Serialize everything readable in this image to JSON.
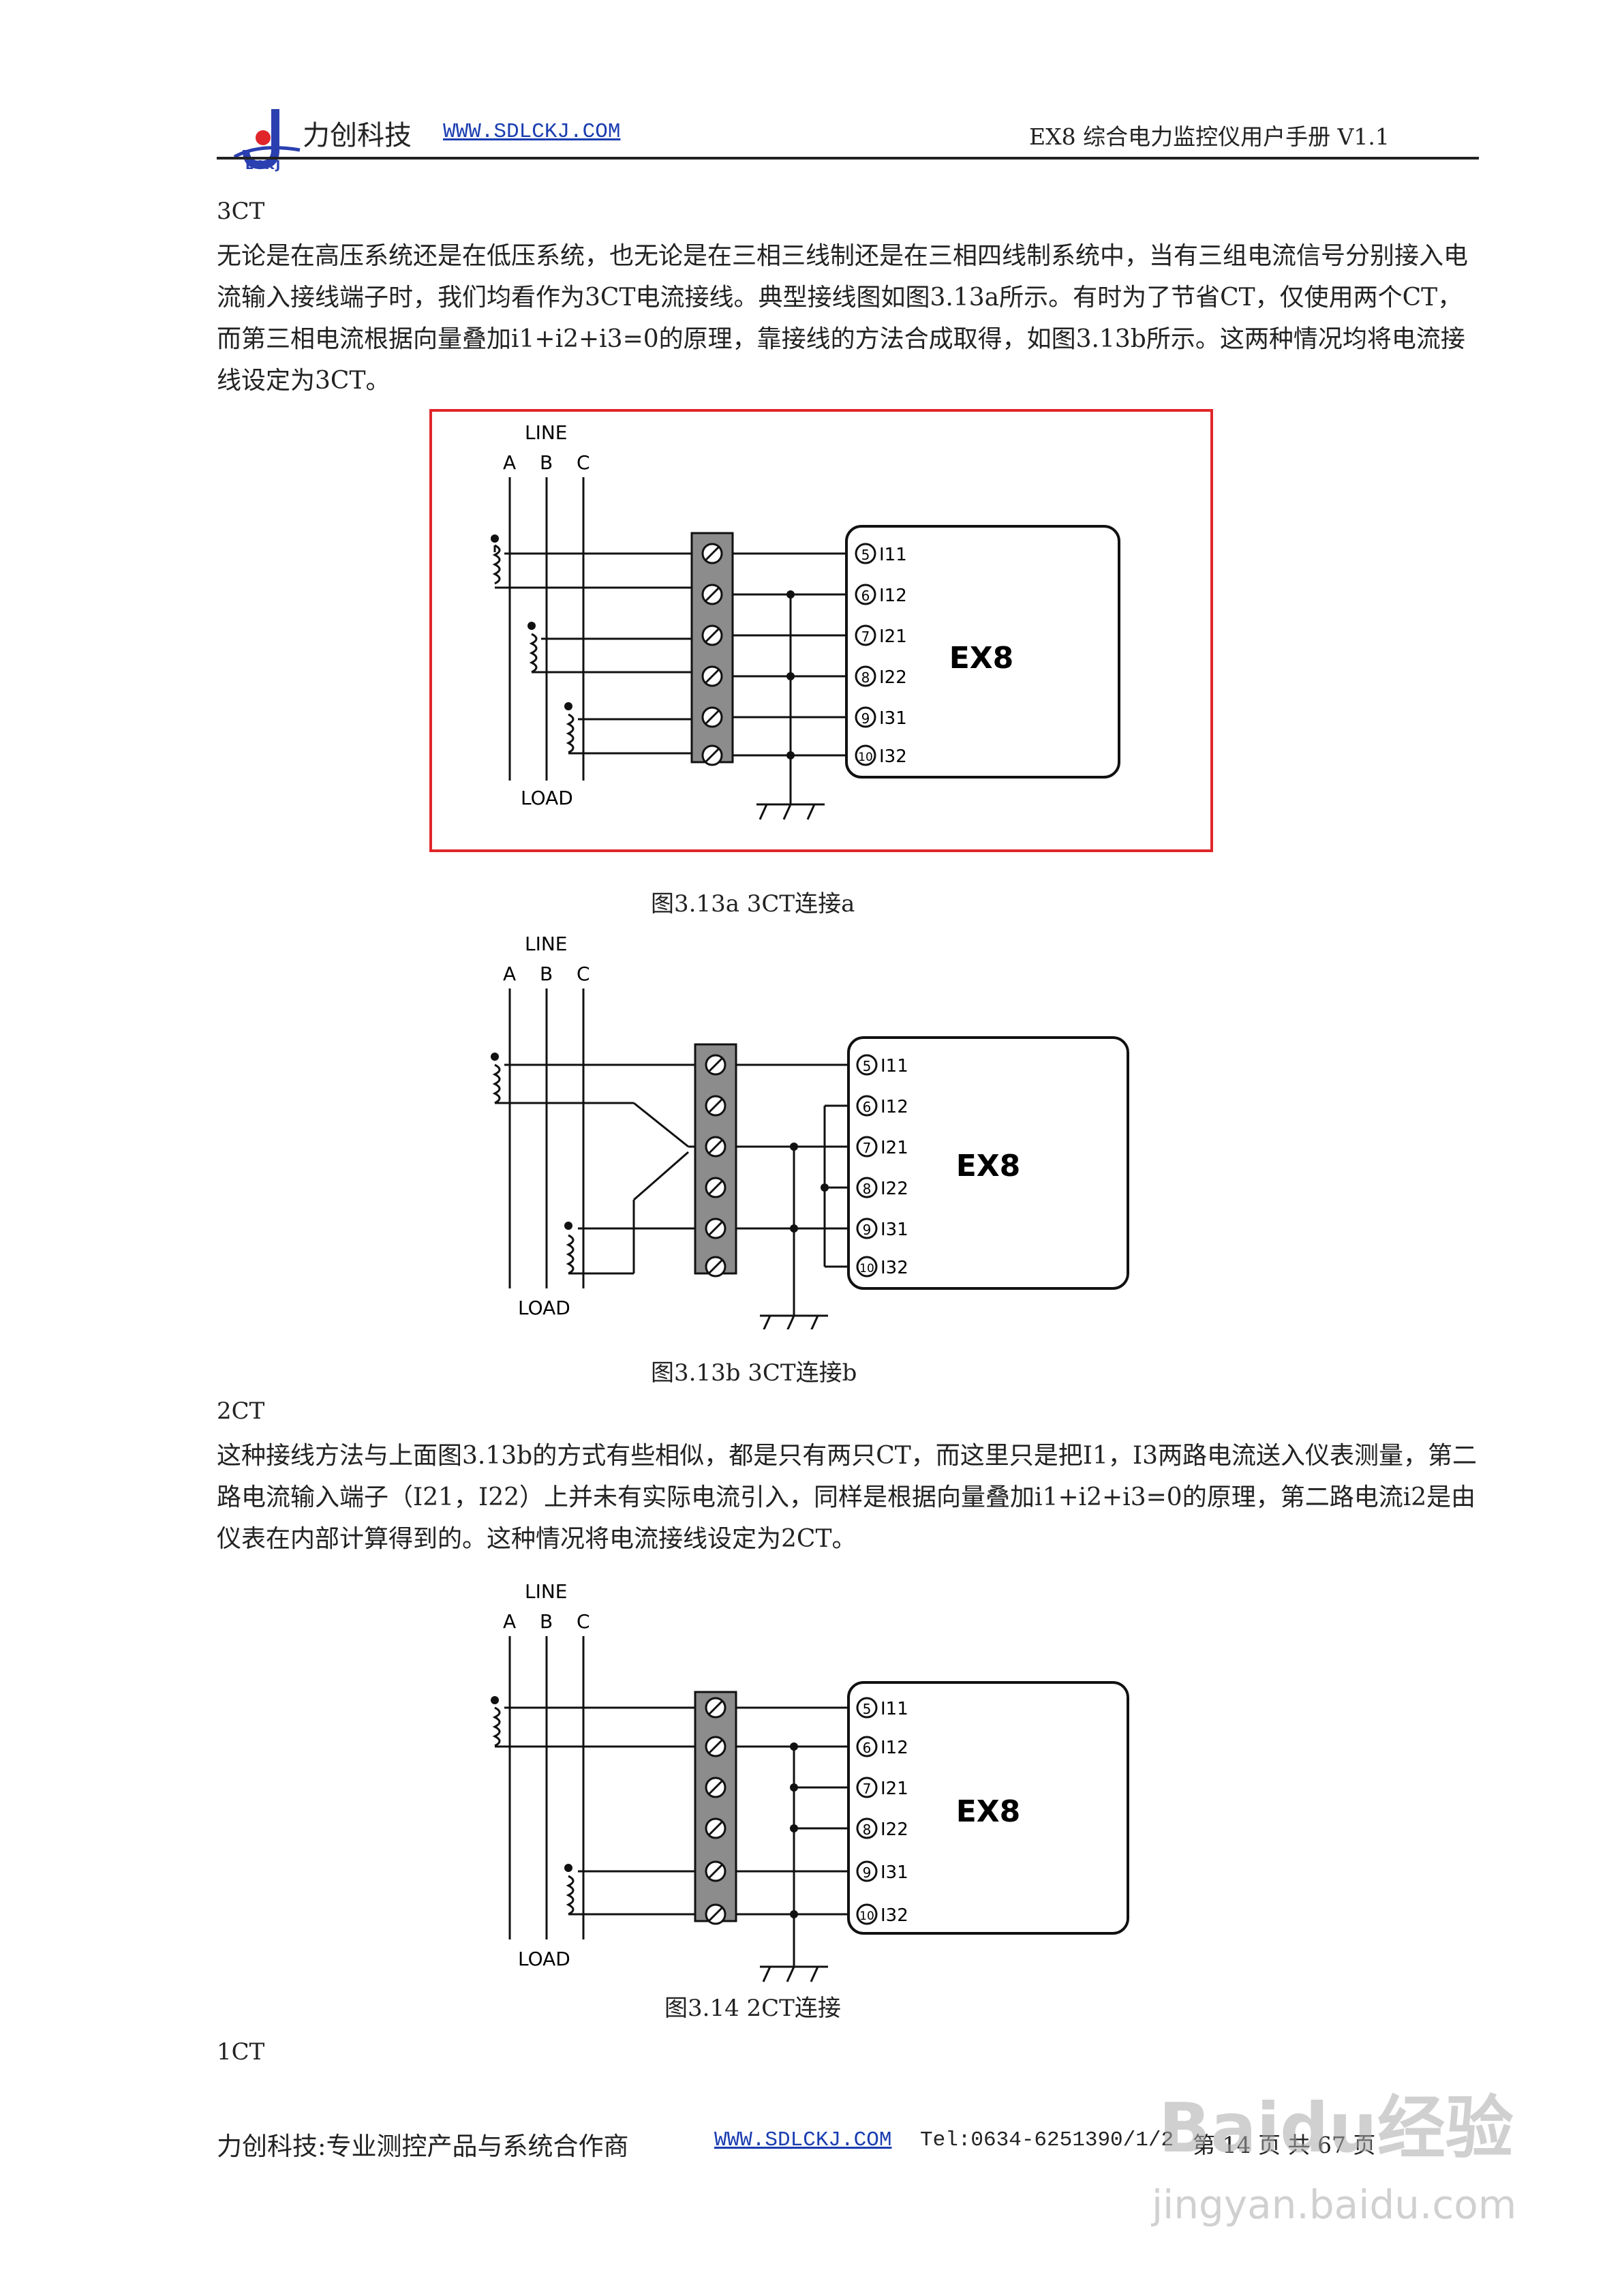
{
  "header": {
    "brand": "力创科技",
    "logo_label": "LCKJ",
    "url": "WWW.SDLCKJ.COM",
    "doc_title": "EX8 综合电力监控仪用户手册 V1.1"
  },
  "sections": {
    "s3ct": {
      "heading": "3CT",
      "text": "无论是在高压系统还是在低压系统，也无论是在三相三线制还是在三相四线制系统中，当有三组电流信号分别接入电流输入接线端子时，我们均看作为3CT电流接线。典型接线图如图3.13a所示。有时为了节省CT，仅使用两个CT，而第三相电流根据向量叠加i1+i2+i3=0的原理，靠接线的方法合成取得，如图3.13b所示。这两种情况均将电流接线设定为3CT。"
    },
    "s2ct": {
      "heading": "2CT",
      "text": "这种接线方法与上面图3.13b的方式有些相似，都是只有两只CT，而这里只是把I1，I3两路电流送入仪表测量，第二路电流输入端子（I21，I22）上并未有实际电流引入，同样是根据向量叠加i1+i2+i3=0的原理，第二路电流i2是由仪表在内部计算得到的。这种情况将电流接线设定为2CT。"
    },
    "s1ct": {
      "heading": "1CT"
    }
  },
  "figures": {
    "common": {
      "line_label": "LINE",
      "phase_a": "A",
      "phase_b": "B",
      "phase_c": "C",
      "load_label": "LOAD",
      "device": "EX8",
      "terminals": [
        {
          "num": "5",
          "name": "I11"
        },
        {
          "num": "6",
          "name": "I12"
        },
        {
          "num": "7",
          "name": "I21"
        },
        {
          "num": "8",
          "name": "I22"
        },
        {
          "num": "9",
          "name": "I31"
        },
        {
          "num": "10",
          "name": "I32"
        }
      ]
    },
    "fig_a": {
      "caption": "图3.13a 3CT连接a"
    },
    "fig_b": {
      "caption": "图3.13b 3CT连接b"
    },
    "fig_c": {
      "caption": "图3.14 2CT连接"
    }
  },
  "footer": {
    "tagline": "力创科技:专业测控产品与系统合作商",
    "url": "WWW.SDLCKJ.COM",
    "tel": "Tel:0634-6251390/1/2",
    "page": "第 14 页 共 67 页"
  },
  "watermark": {
    "brand": "Baidu经验",
    "site": "jingyan.baidu.com"
  },
  "colors": {
    "figure_border": "#e0262a",
    "link": "#1a3db0",
    "terminal_block": "#8c8c8c",
    "logo_red": "#e0262a",
    "logo_blue": "#2a3fb0"
  }
}
